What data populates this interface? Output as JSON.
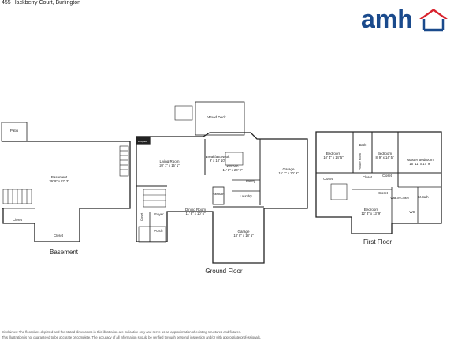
{
  "header": {
    "address": "455 Hackberry Court, Burlington",
    "logo_text": "amh",
    "brand_color": "#1a4a8c",
    "accent_color": "#d9232e"
  },
  "floors": {
    "basement": {
      "title": "Basement",
      "rooms": {
        "patio": "Patio",
        "basement": "Basement",
        "basement_dim": "39' 9\" x 27' 3\"",
        "closet1": "Closet",
        "closet2": "Closet"
      }
    },
    "ground": {
      "title": "Ground Floor",
      "rooms": {
        "wood_deck": "Wood Deck",
        "breakfast": "Breakfast Nook",
        "breakfast_dim": "9' x 10' 10\"",
        "fireplace": "Fireplace",
        "living": "Living Room",
        "living_dim": "20' 1\" x 15' 1\"",
        "kitchen": "Kitchen",
        "kitchen_dim": "11' 1\" x 20' 9\"",
        "garage_right": "Garage",
        "garage_right_dim": "15' 7\" x 20' 9\"",
        "pantry": "Pantry",
        "laundry": "Laundry",
        "half_bath": "Half Bath",
        "dining": "Dining Room",
        "dining_dim": "11' 8\" x 10' 5\"",
        "closet": "Closet",
        "foyer": "Foyer",
        "porch": "Porch",
        "garage": "Garage",
        "garage_dim": "18' 8\" x 18' 5\""
      }
    },
    "first": {
      "title": "First Floor",
      "rooms": {
        "bedroom1": "Bedroom",
        "bedroom1_dim": "10' 4\" x 14' 5\"",
        "bath": "Bath",
        "bedroom2": "Bedroom",
        "bedroom2_dim": "8' 9\" x 14' 5\"",
        "master": "Master Bedroom",
        "master_dim": "15' 11\" x 17' 9\"",
        "powder": "Powder Room",
        "closet_a": "Closet",
        "closet_b": "Closet",
        "closet_c": "Closet",
        "closet_d": "Closet",
        "mbath": "M.Bath",
        "bedroom3": "Bedroom",
        "bedroom3_dim": "12' 3\" x 13' 9\"",
        "walkin": "Walk-In Closet",
        "wc": "WC"
      }
    }
  },
  "footer": {
    "line1": "Disclaimer: The floorplans depicted and the stated dimensions in this illustration are indicative only and serve as an approximation of existing structures and fixtures.",
    "line2": "This illustration is not guaranteed to be accurate or complete. The accuracy of all information should be verified through personal inspection and/or with appropriate professionals."
  }
}
